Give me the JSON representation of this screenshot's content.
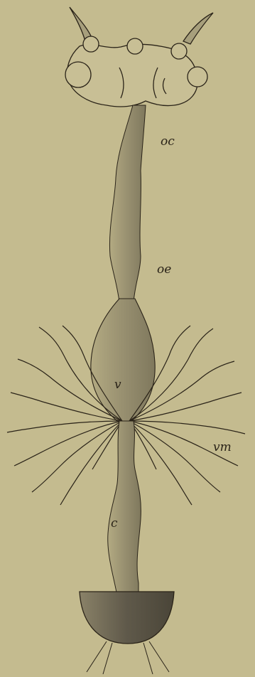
{
  "colors": {
    "background": "#c4bb8f",
    "ink": "#2a2318",
    "organ_shade": "#8e8669",
    "bulb_fill": "#6b6450"
  },
  "labels": {
    "oc": "oc",
    "oe": "oe",
    "v": "v",
    "vm": "vm",
    "c": "c"
  }
}
